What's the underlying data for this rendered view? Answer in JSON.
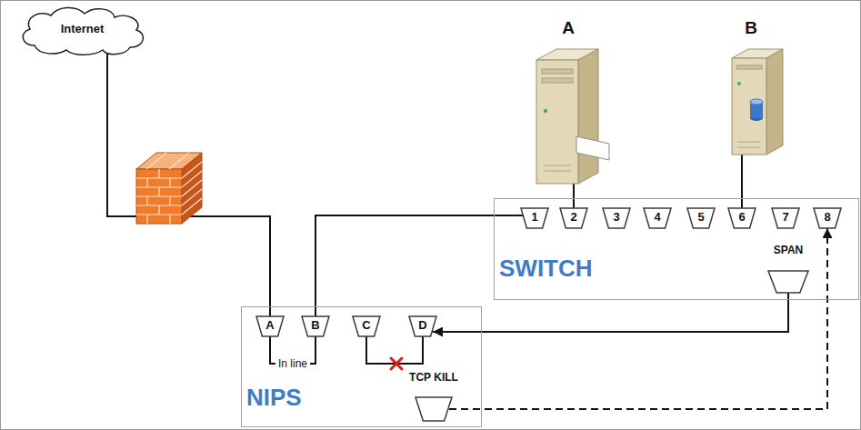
{
  "diagram": {
    "nodes": [
      {
        "text": [
          "Internet"
        ]
      },
      {
        "text": [
          "A"
        ]
      },
      {
        "text": [
          "B"
        ]
      },
      {
        "text": [
          "SWITCH"
        ]
      },
      {
        "text": [
          "1"
        ],
        "in": 3
      },
      {
        "text": [
          "2"
        ],
        "in": 3
      },
      {
        "text": [
          "3"
        ],
        "in": 3
      },
      {
        "text": [
          "4"
        ],
        "in": 3
      },
      {
        "text": [
          "5"
        ],
        "in": 3
      },
      {
        "text": [
          "6"
        ],
        "in": 3
      },
      {
        "text": [
          "7"
        ],
        "in": 3
      },
      {
        "text": [
          "8"
        ],
        "in": 3
      },
      {
        "text": [
          "SPAN"
        ],
        "in": 3
      },
      {
        "text": [
          "NIPS"
        ]
      },
      {
        "text": [
          "A"
        ],
        "in": 13
      },
      {
        "text": [
          "B"
        ],
        "in": 13
      },
      {
        "text": [
          "C"
        ],
        "in": 13
      },
      {
        "text": [
          "D"
        ],
        "in": 13
      },
      {
        "text": [
          "TCP KILL"
        ],
        "in": 13
      }
    ],
    "edges": [
      {
        "from": 0,
        "to": 14,
        "arrow": "none"
      },
      {
        "from": 15,
        "to": 4,
        "arrow": "none"
      },
      {
        "from": 1,
        "to": 5,
        "arrow": "none"
      },
      {
        "from": 2,
        "to": 9,
        "arrow": "none"
      },
      {
        "from": 12,
        "to": 17,
        "arrow": "to"
      },
      {
        "from": 18,
        "to": 11,
        "arrow": "to"
      },
      {
        "from": 14,
        "to": 15,
        "label": "In line",
        "arrow": "none"
      },
      {
        "from": 16,
        "to": 17,
        "arrow": "none"
      }
    ]
  }
}
